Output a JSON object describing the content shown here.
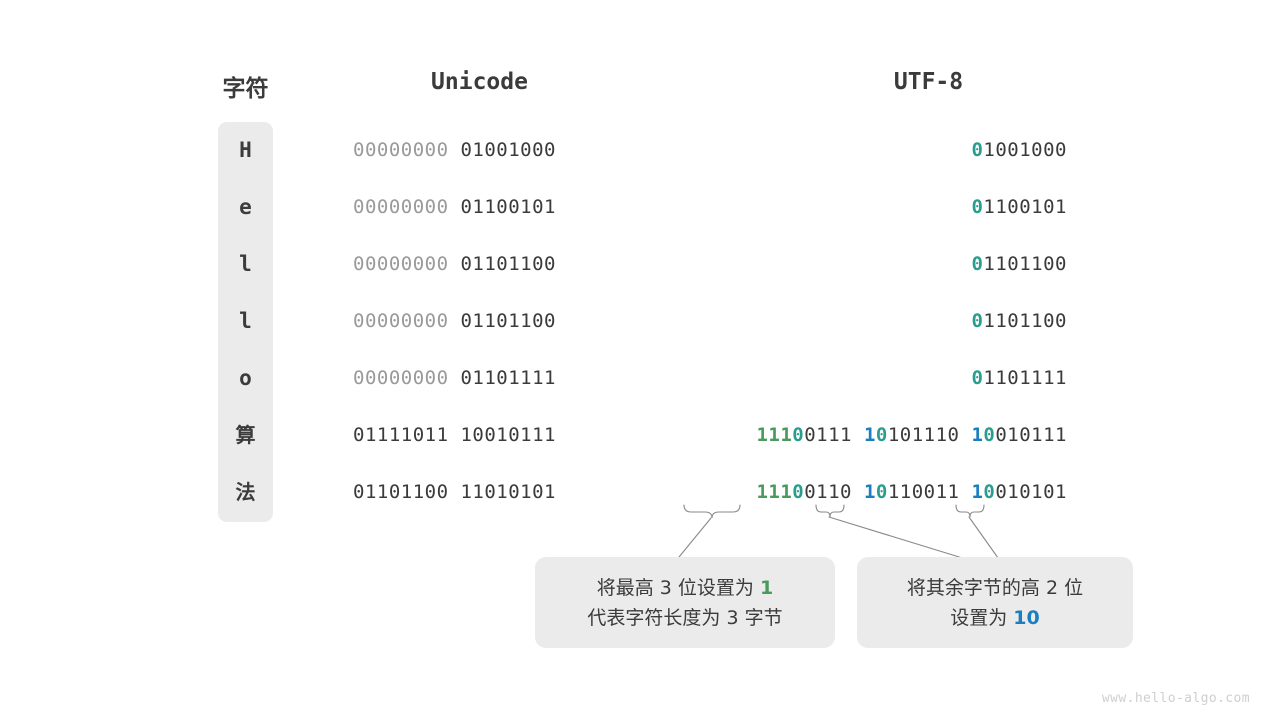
{
  "headers": {
    "character": "字符",
    "unicode": "Unicode",
    "utf8": "UTF-8"
  },
  "rows": [
    {
      "char": "H",
      "unicode_high": "00000000",
      "unicode_low": "01001000",
      "utf8_plain": "01001000"
    },
    {
      "char": "e",
      "unicode_high": "00000000",
      "unicode_low": "01100101",
      "utf8_plain": "01100101"
    },
    {
      "char": "l",
      "unicode_high": "00000000",
      "unicode_low": "01101100",
      "utf8_plain": "01101100"
    },
    {
      "char": "l",
      "unicode_high": "00000000",
      "unicode_low": "01101100",
      "utf8_plain": "01101100"
    },
    {
      "char": "o",
      "unicode_high": "00000000",
      "unicode_low": "01101111",
      "utf8_plain": "01101111"
    },
    {
      "char": "算",
      "unicode_high": "01111011",
      "unicode_low": "10010111",
      "utf8_b1_prefix": "111",
      "utf8_b1_zero": "0",
      "utf8_b1_rest": "0111",
      "utf8_b2_one": "1",
      "utf8_b2_zero": "0",
      "utf8_b2_rest": "101110",
      "utf8_b3_one": "1",
      "utf8_b3_zero": "0",
      "utf8_b3_rest": "010111"
    },
    {
      "char": "法",
      "unicode_high": "01101100",
      "unicode_low": "11010101",
      "utf8_b1_prefix": "111",
      "utf8_b1_zero": "0",
      "utf8_b1_rest": "0110",
      "utf8_b2_one": "1",
      "utf8_b2_zero": "0",
      "utf8_b2_rest": "110011",
      "utf8_b3_one": "1",
      "utf8_b3_zero": "0",
      "utf8_b3_rest": "010101"
    }
  ],
  "callouts": {
    "left": {
      "line1_before": "将最高 3 位设置为 ",
      "line1_highlight": "1",
      "line2": "代表字符长度为 3 字节"
    },
    "right": {
      "line1": "将其余字节的高 2 位",
      "line2_before": "设置为 ",
      "line2_highlight": "10"
    }
  },
  "watermark": "www.hello-algo.com",
  "colors": {
    "green": "#4a9a5c",
    "teal": "#2a9d8f",
    "blue": "#1a7fc1",
    "dim": "#9a9a9a",
    "dark": "#3b3b3b",
    "panel": "#ebebeb"
  }
}
